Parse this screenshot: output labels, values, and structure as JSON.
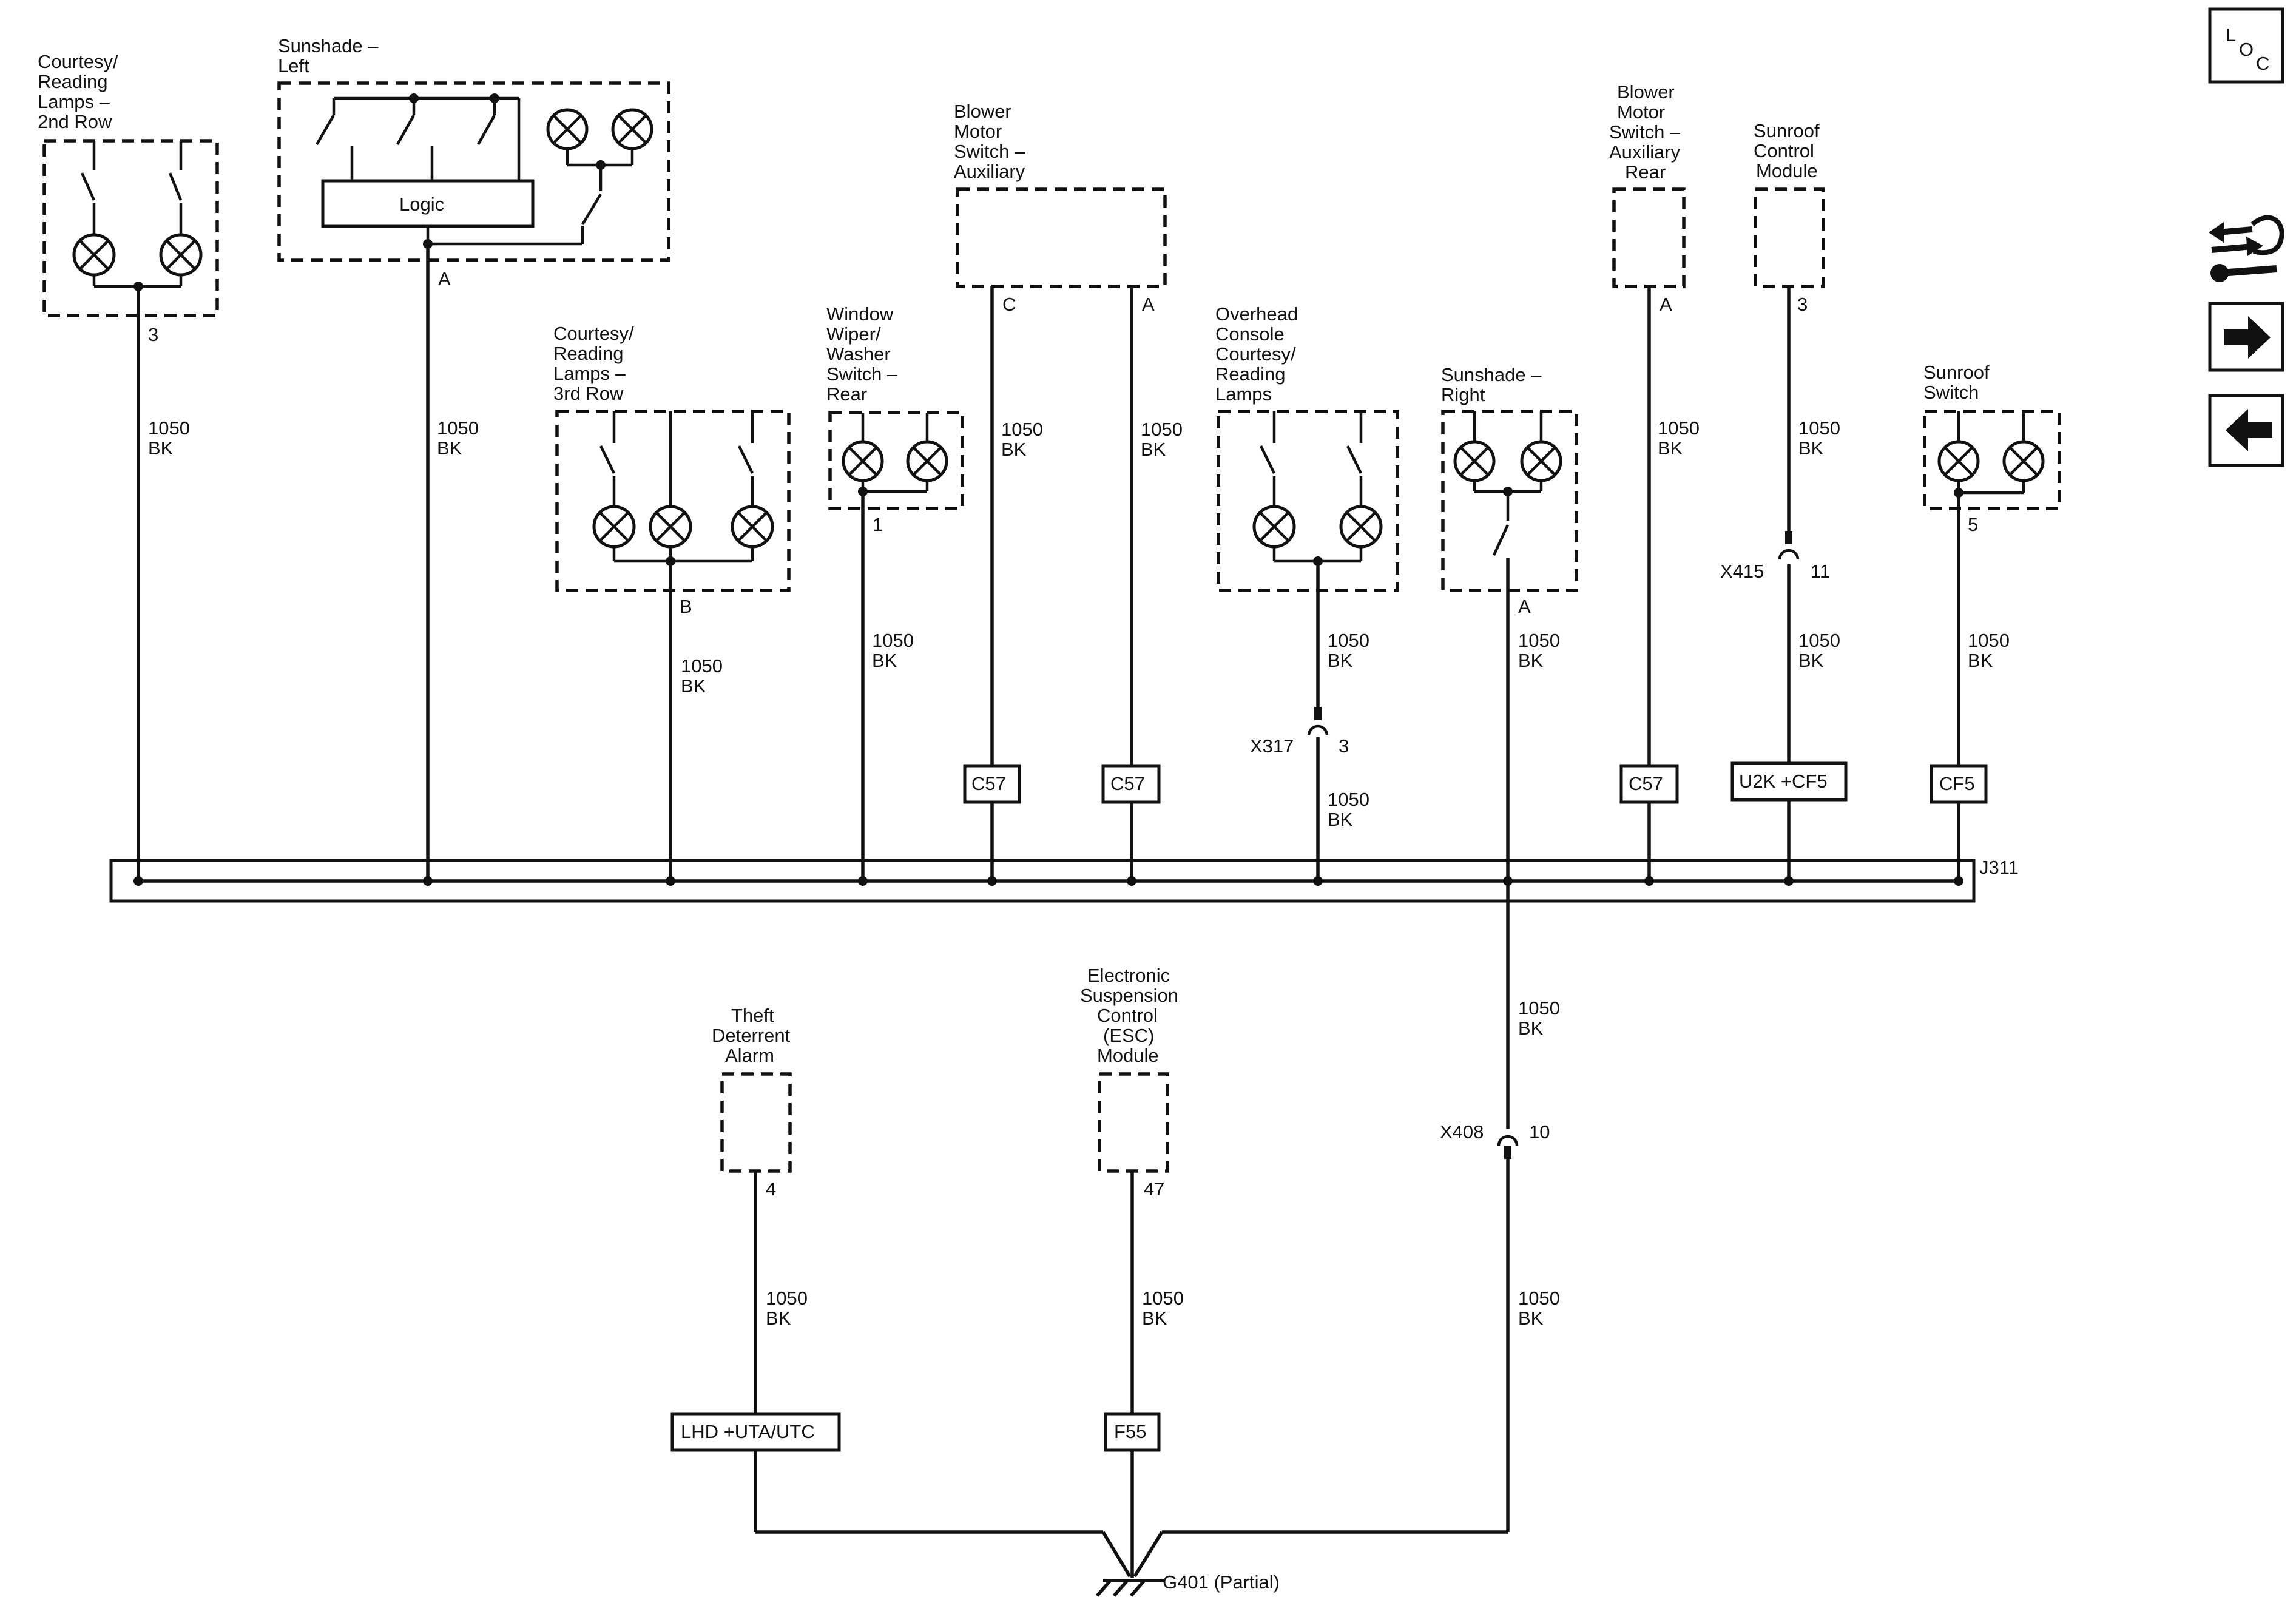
{
  "nav": {
    "loc_letters": [
      "L",
      "O",
      "C"
    ]
  },
  "components": {
    "courtesy_2nd_row": [
      "Courtesy/",
      "Reading",
      "Lamps –",
      "2nd Row"
    ],
    "sunshade_left": [
      "Sunshade –",
      "Left"
    ],
    "logic": "Logic",
    "blower_aux": [
      "Blower",
      "Motor",
      "Switch –",
      "Auxiliary"
    ],
    "blower_aux_rear": [
      "Blower",
      "Motor",
      "Switch –",
      "Auxiliary",
      "Rear"
    ],
    "sunroof_module": [
      "Sunroof",
      "Control",
      "Module"
    ],
    "courtesy_3rd_row": [
      "Courtesy/",
      "Reading",
      "Lamps –",
      "3rd Row"
    ],
    "wiper_switch": [
      "Window",
      "Wiper/",
      "Washer",
      "Switch –",
      "Rear"
    ],
    "overhead_console": [
      "Overhead",
      "Console",
      "Courtesy/",
      "Reading",
      "Lamps"
    ],
    "sunshade_right": [
      "Sunshade –",
      "Right"
    ],
    "sunroof_switch": [
      "Sunroof",
      "Switch"
    ],
    "theft_alarm": [
      "Theft",
      "Deterrent",
      "Alarm"
    ],
    "esc_module": [
      "Electronic",
      "Suspension",
      "Control",
      "(ESC)",
      "Module"
    ]
  },
  "pins": {
    "courtesy_2nd_row": "3",
    "sunshade_left": "A",
    "blower_aux_c": "C",
    "blower_aux_a": "A",
    "blower_aux_rear": "A",
    "sunroof_module": "3",
    "courtesy_3rd_row": "B",
    "wiper_switch": "1",
    "sunshade_right": "A",
    "sunroof_switch": "5",
    "theft_alarm": "4",
    "esc_module": "47"
  },
  "wire": {
    "circuit": "1050",
    "color": "BK"
  },
  "options": {
    "c57": "C57",
    "u2k_cf5": "U2K +CF5",
    "cf5": "CF5",
    "lhd": "LHD +UTA/UTC",
    "f55": "F55"
  },
  "connectors": {
    "x415": "X415",
    "x415_pin": "11",
    "x317": "X317",
    "x317_pin": "3",
    "x408": "X408",
    "x408_pin": "10"
  },
  "splice": "J311",
  "ground": "G401 (Partial)"
}
